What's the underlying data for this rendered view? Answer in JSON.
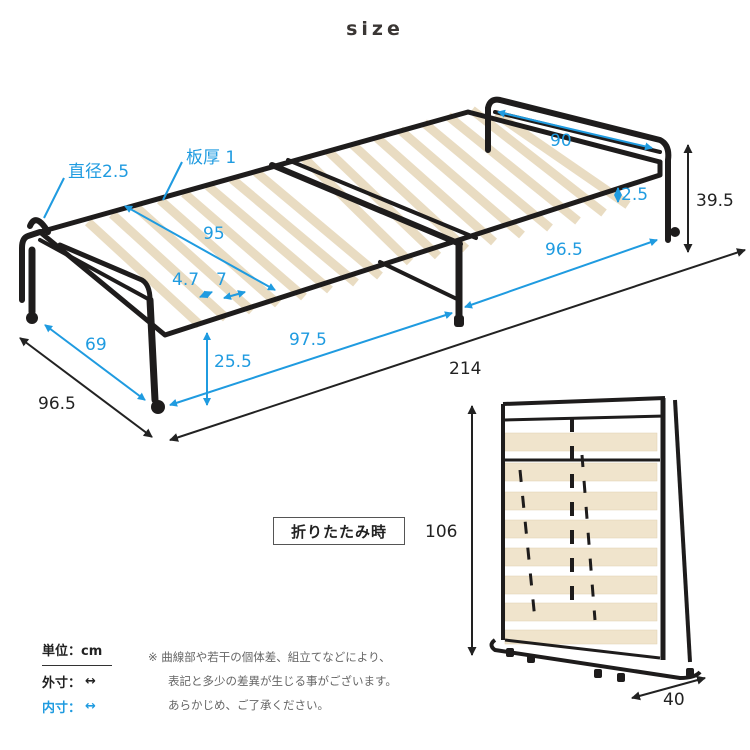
{
  "title": "size",
  "colors": {
    "inner_dim": "#1f9be0",
    "outer_dim": "#222222",
    "frame": "#1e1c1c",
    "slat": "#f0e4cc"
  },
  "unfolded": {
    "labels": {
      "pipe_diameter": "直径2.5",
      "slat_thickness": "板厚 1",
      "slat_length": "95",
      "slat_width": "4.7",
      "slat_gap": "7",
      "headboard_inner_width": "90",
      "frame_height": "2.5",
      "total_height": "39.5",
      "inner_length_back": "96.5",
      "inner_width_side": "69",
      "outer_width": "96.5",
      "under_clearance": "25.5",
      "inner_length_front": "97.5",
      "total_length": "214"
    }
  },
  "folded": {
    "label": "折りたたみ時",
    "height": "106",
    "depth": "40"
  },
  "legend": {
    "unit": "単位：cm",
    "outer_label": "外寸：",
    "inner_label": "内寸：",
    "outer_arrow": "↔",
    "inner_arrow": "↔"
  },
  "note": {
    "mark": "※",
    "lines": [
      "曲線部や若干の個体差、組立てなどにより、",
      "表記と多少の差異が生じる事がございます。",
      "あらかじめ、ご了承ください。"
    ]
  }
}
